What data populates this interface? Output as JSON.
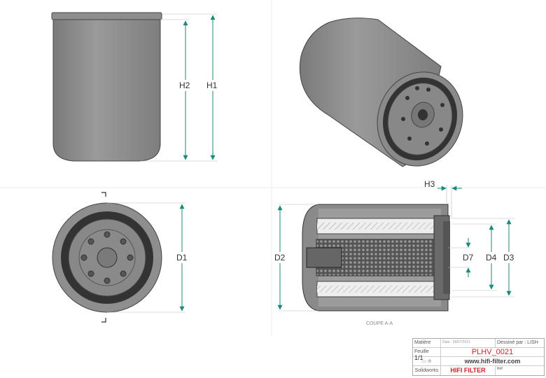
{
  "dimensions": {
    "h1": "H1",
    "h2": "H2",
    "h3": "H3",
    "d1": "D1",
    "d2": "D2",
    "d3": "D3",
    "d4": "D4",
    "d7": "D7"
  },
  "section_label": "COUPE A-A",
  "title_block": {
    "material_label": "Matière",
    "date_label": "Date : 09/07/2021",
    "drawn_by": "Dessiné par : LISH",
    "sheet_label": "Feuille",
    "sheet_value": "1/1",
    "part_number": "PLHV_0021",
    "website": "www.hifi-filter.com",
    "software": "Solidworks",
    "brand": "HIFI FILTER",
    "ref_label": "Réf"
  },
  "colors": {
    "dimension": "#1a8a7a",
    "part": "#8a8a8a",
    "brand": "#d0202a"
  }
}
